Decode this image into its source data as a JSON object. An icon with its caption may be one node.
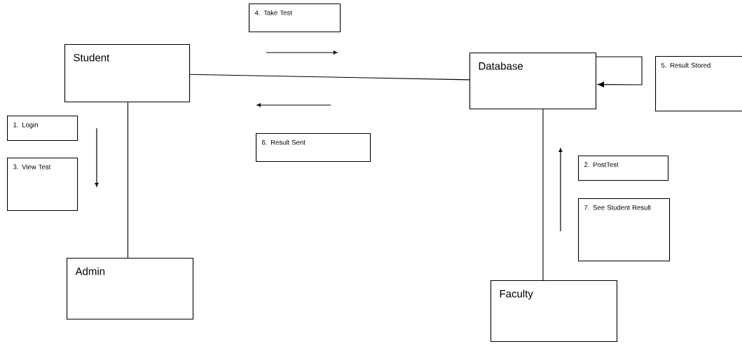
{
  "diagram": {
    "nodes": [
      {
        "text": [
          "Student"
        ]
      },
      {
        "text": [
          "Database"
        ]
      },
      {
        "text": [
          "Admin"
        ]
      },
      {
        "text": [
          "Faculty"
        ]
      },
      {
        "text": [
          "4. Take Test"
        ]
      },
      {
        "text": [
          "5. Result Stored"
        ]
      },
      {
        "text": [
          "1. Login"
        ]
      },
      {
        "text": [
          "3. View Test"
        ]
      },
      {
        "text": [
          "6. Result Sent"
        ]
      },
      {
        "text": [
          "2. PostTest"
        ]
      },
      {
        "text": [
          "7. See Student Result"
        ]
      }
    ],
    "edges": [
      {
        "from": 0,
        "to": 1,
        "arrow": "none"
      },
      {
        "from": 0,
        "to": 2,
        "arrow": "none"
      },
      {
        "from": 1,
        "to": 3,
        "arrow": "none"
      },
      {
        "from": 1,
        "to": 1,
        "arrow": "to"
      }
    ]
  }
}
